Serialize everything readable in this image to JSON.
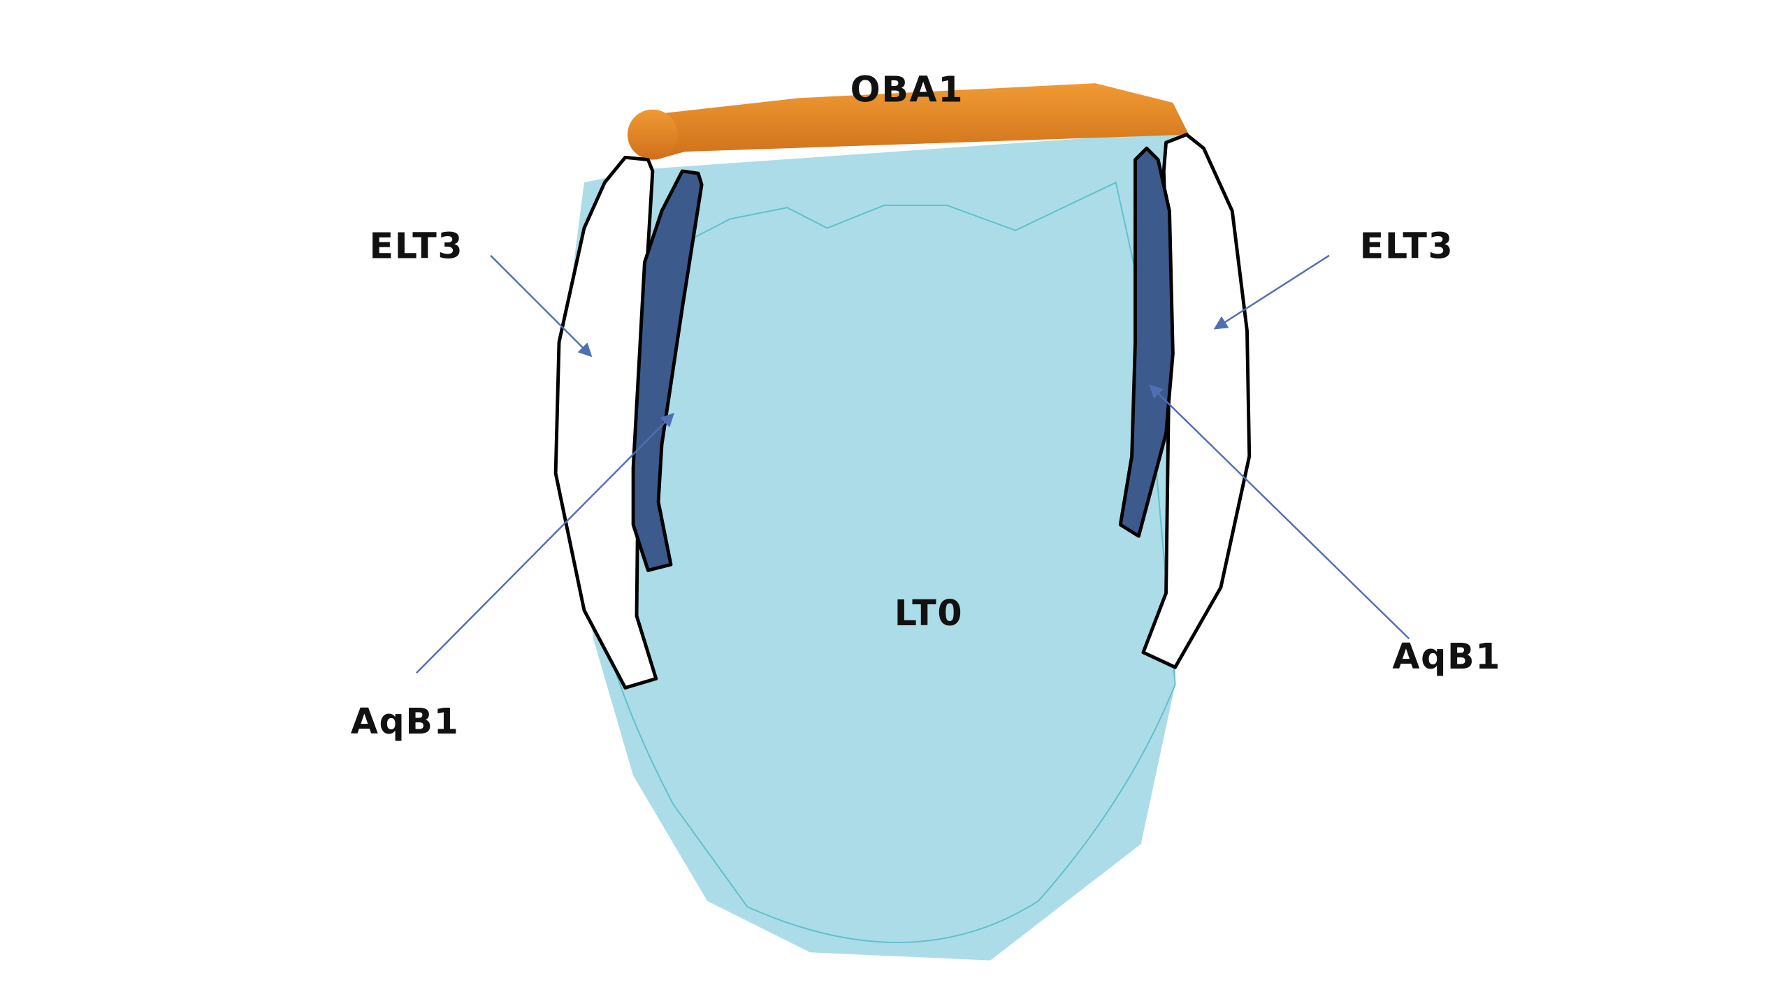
{
  "labels": {
    "top": "OBA1",
    "center": "LT0",
    "left_outer": "ELT3",
    "right_outer": "ELT3",
    "left_inner": "AqB1",
    "right_inner": "AqB1"
  },
  "colors": {
    "body": "#acdce7",
    "body_outline": "#5fc0cc",
    "top_band": "#ec8f2a",
    "top_band_dark": "#d0721a",
    "inner_layer": "#3c5a8c",
    "outer_layer": "#ffffff",
    "arrow": "#4f6fb5"
  }
}
